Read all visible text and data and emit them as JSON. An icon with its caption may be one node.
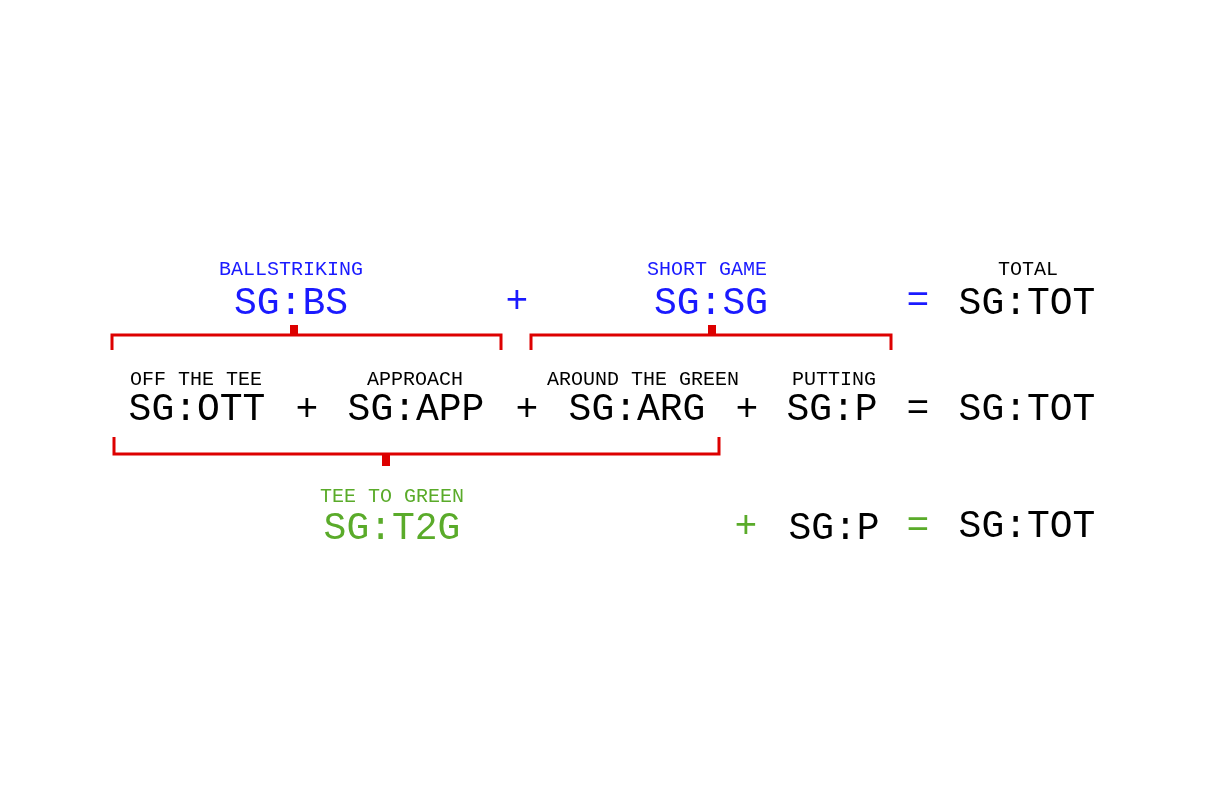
{
  "diagram": {
    "labels": [
      "BALLSTRIKING",
      "SHORT GAME",
      "TOTAL",
      "SG:BS",
      "+",
      "SG:SG",
      "=",
      "SG:TOT",
      "OFF THE TEE",
      "APPROACH",
      "AROUND THE GREEN",
      "PUTTING",
      "SG:OTT",
      "+",
      "SG:APP",
      "+",
      "SG:ARG",
      "+",
      "SG:P",
      "=",
      "SG:TOT",
      "TEE TO GREEN",
      "SG:T2G",
      "+",
      "SG:P",
      "=",
      "SG:TOT"
    ]
  }
}
